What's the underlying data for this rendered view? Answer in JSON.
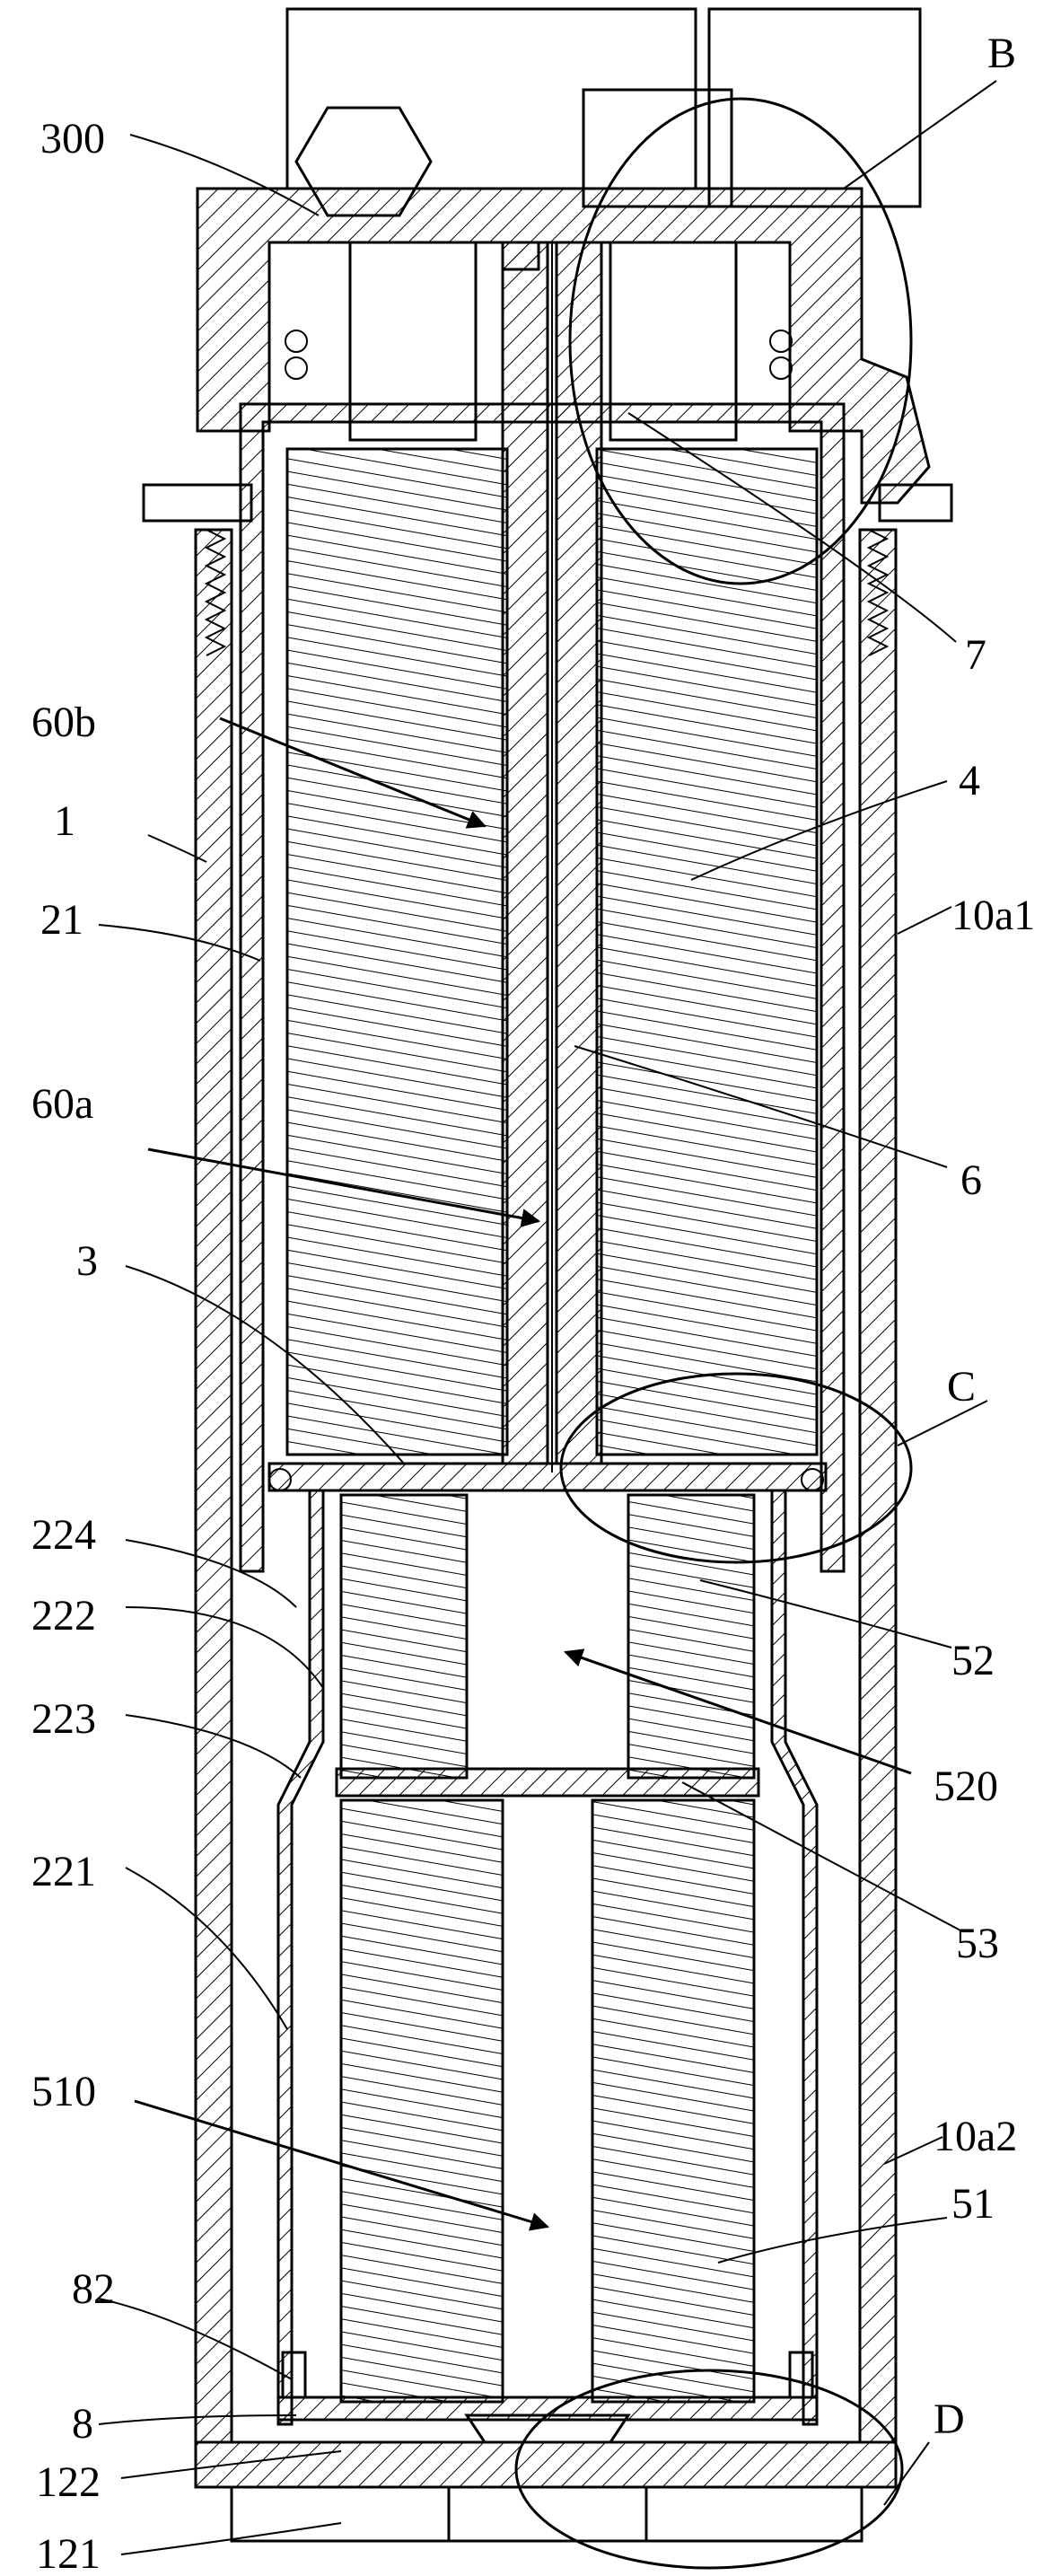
{
  "labels": {
    "l300": "300",
    "lB": "B",
    "l7": "7",
    "l60b": "60b",
    "l4": "4",
    "l1": "1",
    "l10a1": "10a1",
    "l21": "21",
    "l60a": "60a",
    "l6": "6",
    "l3": "3",
    "lC": "C",
    "l224": "224",
    "l222": "222",
    "l52": "52",
    "l223": "223",
    "l520": "520",
    "l221": "221",
    "l53": "53",
    "l10a2": "10a2",
    "l510": "510",
    "l51": "51",
    "l82": "82",
    "lD": "D",
    "l8": "8",
    "l122": "122",
    "l121": "121"
  },
  "colors": {
    "line": "#000000",
    "background": "#ffffff"
  }
}
